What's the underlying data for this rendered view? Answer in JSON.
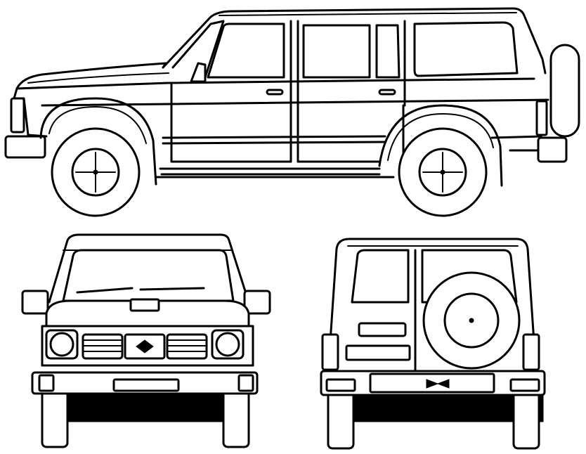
{
  "drawing": {
    "subject": "five-door SUV",
    "style": "black line-art blueprint",
    "background_color": "#ffffff",
    "line_color": "#000000",
    "views": [
      {
        "id": "side-view",
        "type": "side elevation"
      },
      {
        "id": "front-view",
        "type": "front elevation"
      },
      {
        "id": "rear-view",
        "type": "rear elevation"
      }
    ]
  }
}
